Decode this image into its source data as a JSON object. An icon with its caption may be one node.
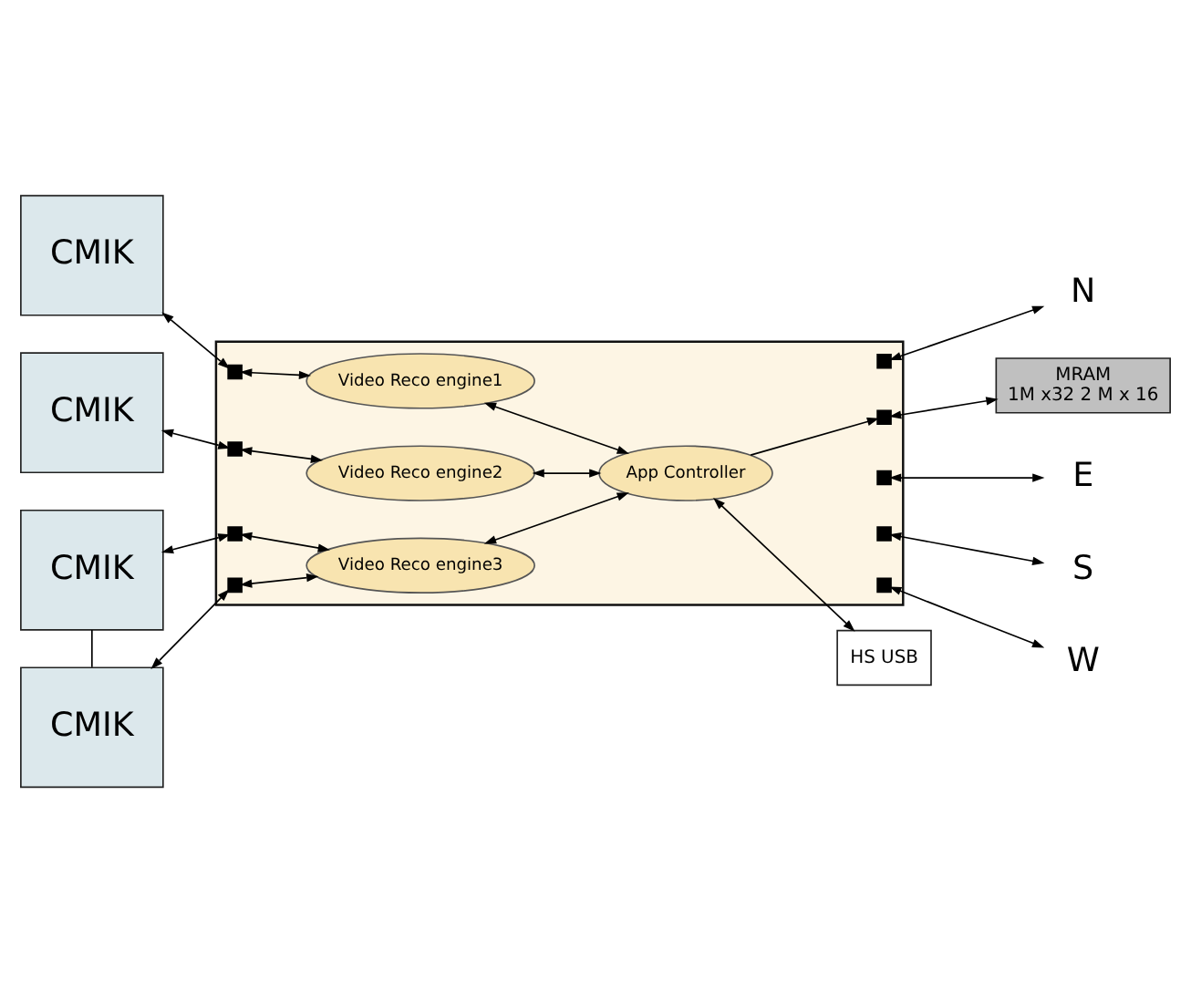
{
  "diagram": {
    "nodes": [
      {
        "text": [],
        "shape": "box"
      },
      {
        "text": [
          "CMIK"
        ]
      },
      {
        "text": [
          "CMIK"
        ]
      },
      {
        "text": [
          "CMIK"
        ]
      },
      {
        "text": [
          "CMIK"
        ]
      },
      {
        "text": [],
        "shape": "box",
        "in": 0
      },
      {
        "text": [],
        "shape": "box",
        "in": 0
      },
      {
        "text": [],
        "shape": "box",
        "in": 0
      },
      {
        "text": [],
        "shape": "box",
        "in": 0
      },
      {
        "text": [
          "Video Reco engine1"
        ],
        "in": 0
      },
      {
        "text": [
          "Video Reco engine2"
        ],
        "in": 0
      },
      {
        "text": [
          "App Controller"
        ],
        "in": 0
      },
      {
        "text": [
          "Video Reco engine3"
        ],
        "in": 0
      },
      {
        "text": [],
        "shape": "box",
        "in": 0
      },
      {
        "text": [],
        "shape": "box",
        "in": 0
      },
      {
        "text": [],
        "shape": "box",
        "in": 0
      },
      {
        "text": [],
        "shape": "box",
        "in": 0
      },
      {
        "text": [],
        "shape": "box",
        "in": 0
      },
      {
        "text": [
          "N"
        ]
      },
      {
        "text": [
          "MRAM",
          "1M x32 2 M x 16"
        ]
      },
      {
        "text": [
          "E"
        ]
      },
      {
        "text": [
          "HS USB"
        ]
      },
      {
        "text": [
          "S"
        ]
      },
      {
        "text": [
          "W"
        ]
      }
    ],
    "edges": [
      {
        "from": 1,
        "to": 5,
        "arrow": "both"
      },
      {
        "from": 5,
        "to": 9,
        "arrow": "both"
      },
      {
        "from": 2,
        "to": 6,
        "arrow": "both"
      },
      {
        "from": 6,
        "to": 10,
        "arrow": "both"
      },
      {
        "from": 3,
        "to": 7,
        "arrow": "both"
      },
      {
        "from": 4,
        "to": 8,
        "arrow": "both"
      },
      {
        "from": 3,
        "to": 4,
        "arrow": "none"
      },
      {
        "from": 7,
        "to": 12,
        "arrow": "both"
      },
      {
        "from": 8,
        "to": 12,
        "arrow": "both"
      },
      {
        "from": 9,
        "to": 11,
        "arrow": "both"
      },
      {
        "from": 10,
        "to": 11,
        "arrow": "both"
      },
      {
        "from": 12,
        "to": 11,
        "arrow": "both"
      },
      {
        "from": 11,
        "to": 14,
        "arrow": "to"
      },
      {
        "from": 13,
        "to": 18,
        "arrow": "both"
      },
      {
        "from": 14,
        "to": 19,
        "arrow": "both"
      },
      {
        "from": 15,
        "to": 20,
        "arrow": "both"
      },
      {
        "from": 11,
        "to": 21,
        "arrow": "both"
      },
      {
        "from": 16,
        "to": 22,
        "arrow": "both"
      },
      {
        "from": 17,
        "to": 23,
        "arrow": "both"
      }
    ]
  }
}
